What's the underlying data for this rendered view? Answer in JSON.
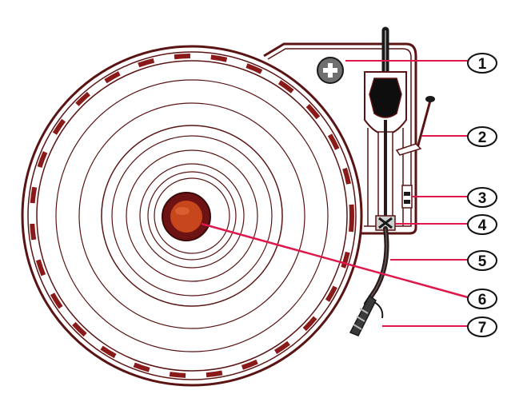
{
  "colors": {
    "outline": "#5a1414",
    "leader": "#e0174a",
    "dark": "#1a1a1a",
    "label": "#c8461c",
    "label_ring": "#6e1313",
    "grey_button": "#6f6f6f"
  },
  "callouts": [
    {
      "label": "1",
      "part": "pivot-button"
    },
    {
      "label": "2",
      "part": "cue-lever"
    },
    {
      "label": "3",
      "part": "anti-skate-control"
    },
    {
      "label": "4",
      "part": "tonearm-pivot"
    },
    {
      "label": "5",
      "part": "tonearm"
    },
    {
      "label": "6",
      "part": "spindle"
    },
    {
      "label": "7",
      "part": "headshell"
    }
  ]
}
